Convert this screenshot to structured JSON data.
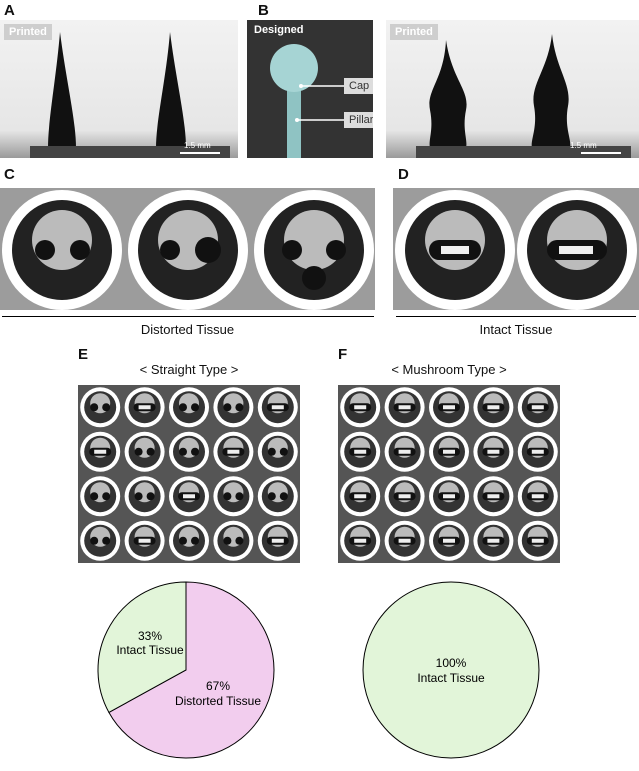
{
  "panels": {
    "A": "A",
    "B": "B",
    "C": "C",
    "D": "D",
    "E": "E",
    "F": "F"
  },
  "tags": {
    "printed": "Printed",
    "designed": "Designed",
    "cap": "Cap",
    "pillar": "Pillar",
    "scale": "1.5 mm"
  },
  "captions": {
    "distorted": "Distorted Tissue",
    "intact": "Intact Tissue",
    "straight": "< Straight Type >",
    "mushroom": "< Mushroom Type >"
  },
  "chart_data": [
    {
      "type": "pie",
      "categories": [
        "Intact Tissue",
        "Distorted Tissue"
      ],
      "values": [
        33,
        67
      ],
      "labels": [
        "33%\nIntact Tissue",
        "67%\nDistorted Tissue"
      ],
      "colors": [
        "#e2f5d9",
        "#f2cdee"
      ]
    },
    {
      "type": "pie",
      "categories": [
        "Intact Tissue"
      ],
      "values": [
        100
      ],
      "labels": [
        "100%\nIntact Tissue"
      ],
      "colors": [
        "#e2f5d9"
      ]
    }
  ],
  "pie_text": {
    "left_intact_pct": "33%",
    "left_intact_lbl": "Intact Tissue",
    "left_distorted_pct": "67%",
    "left_distorted_lbl": "Distorted Tissue",
    "right_pct": "100%",
    "right_lbl": "Intact Tissue"
  }
}
